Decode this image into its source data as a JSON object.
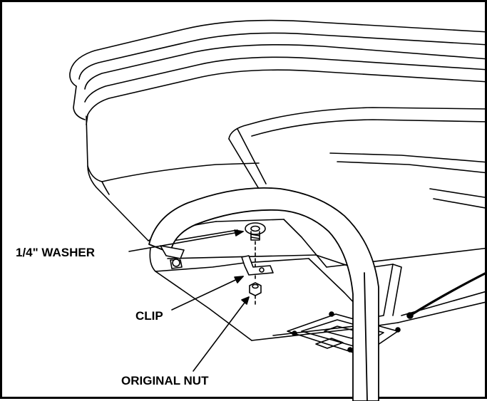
{
  "labels": {
    "washer": "1/4\" WASHER",
    "clip": "CLIP",
    "nut": "ORIGINAL NUT"
  },
  "colors": {
    "line": "#000000",
    "background": "#ffffff",
    "shade": "#e6e6e6"
  }
}
